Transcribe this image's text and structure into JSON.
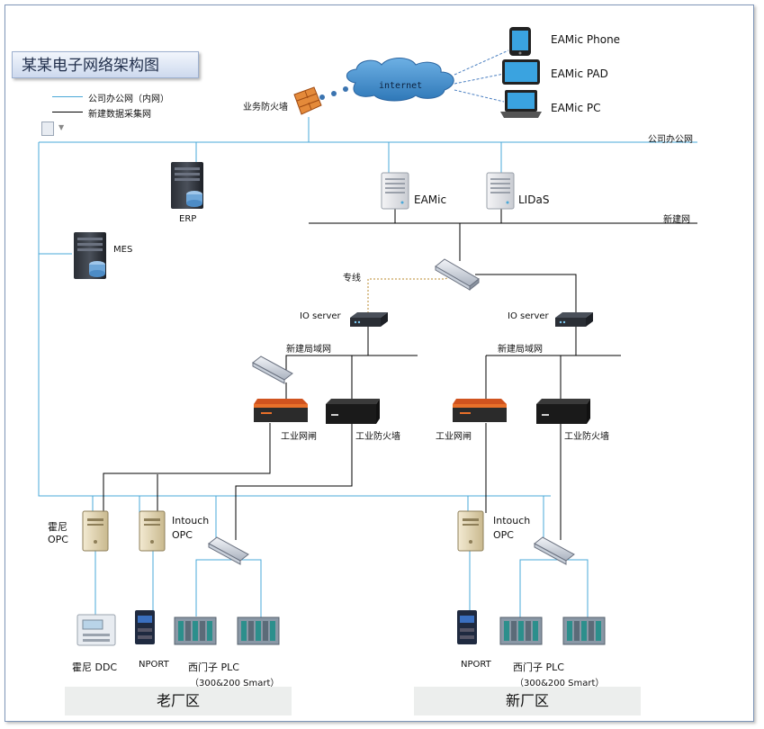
{
  "title": "某某电子网络架构图",
  "legend": [
    {
      "label": "公司办公网（内网）",
      "color": "#4aa8d8"
    },
    {
      "label": "新建数据采集网",
      "color": "#000000"
    }
  ],
  "colors": {
    "office_line": "#4aa8d8",
    "new_line": "#000000",
    "dedicated_line": "#b8892e",
    "cloud": "#4a90c8"
  },
  "cloud_label": "internet",
  "biz_firewall": "业务防火墙",
  "devices_remote": [
    "EAMic Phone",
    "EAMic PAD",
    "EAMic PC"
  ],
  "nets": {
    "office": "公司办公网",
    "new": "新建网",
    "dedicated": "专线"
  },
  "servers": {
    "erp": "ERP",
    "mes": "MES",
    "eamic": "EAMic",
    "lidas": "LIDaS"
  },
  "left": {
    "io_server": "IO server",
    "lan": "新建局域网",
    "gateway": "工业网闸",
    "firewall": "工业防火墙",
    "opc1": [
      "霍尼",
      "OPC"
    ],
    "opc2": [
      "Intouch",
      "OPC"
    ],
    "ddc": "霍尼 DDC",
    "nport": "NPORT",
    "plc": [
      "西门子 PLC",
      "（300&200 Smart）"
    ],
    "zone": "老厂区"
  },
  "right": {
    "io_server": "IO server",
    "lan": "新建局域网",
    "gateway": "工业网闸",
    "firewall": "工业防火墙",
    "opc": [
      "Intouch",
      "OPC"
    ],
    "nport": "NPORT",
    "plc": [
      "西门子 PLC",
      "（300&200 Smart）"
    ],
    "zone": "新厂区"
  }
}
